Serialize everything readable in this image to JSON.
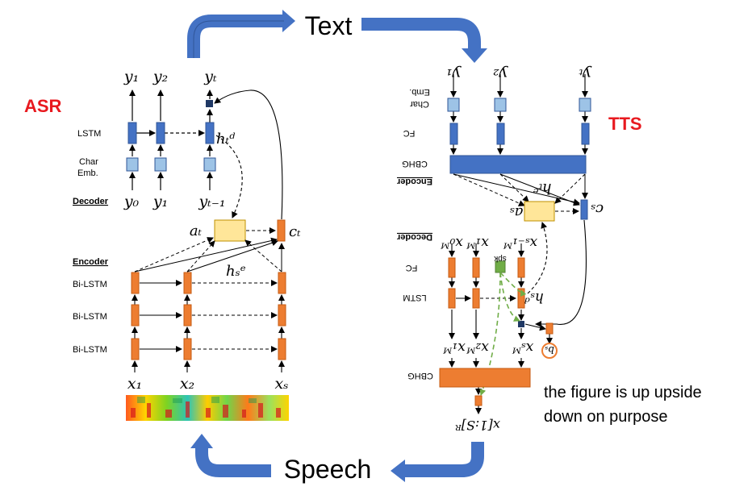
{
  "top_label": "Text",
  "bottom_label": "Speech",
  "asr": {
    "title": "ASR",
    "layer_labels": {
      "lstm": "LSTM",
      "char": "Char",
      "emb": "Emb.",
      "decoder": "Decoder",
      "encoder": "Encoder",
      "bilstm1": "Bi-LSTM",
      "bilstm2": "Bi-LSTM",
      "bilstm3": "Bi-LSTM"
    },
    "outputs": [
      "y₁",
      "y₂",
      "yₜ"
    ],
    "inputs": [
      "y₀",
      "y₁",
      "yₜ₋₁"
    ],
    "state_label": "hₜᵈ",
    "attention_label": "aₜ",
    "context_label": "cₜ",
    "enc_state_label": "hₛᵉ",
    "speech_inputs": [
      "x₁",
      "x₂",
      "xₛ"
    ]
  },
  "tts": {
    "title": "TTS",
    "layer_labels": {
      "emb": "Emb.",
      "char": "Char",
      "fc": "FC",
      "cbhg": "CBHG",
      "encoder": "Encoder",
      "decoder": "Decoder",
      "fc2": "FC",
      "lstm": "LSTM",
      "cbhg2": "CBHG"
    },
    "char_inputs": [
      "y₁",
      "y₂",
      "yₜ"
    ],
    "enc_state_label": "hₜᵉ",
    "attention_label": "aₛ",
    "context_label": "cₛ",
    "mel_inputs": [
      "x₀ᴹ",
      "x₁ᴹ",
      "xₛ₋₁ᴹ"
    ],
    "spk_label": "spk",
    "state_label": "hₛᵈ",
    "mel_outputs": [
      "x₁ᴹ",
      "x₂ᴹ",
      "xₛᴹ"
    ],
    "stop_label": "bₛ",
    "final_output": "x[1:S]ᴿ"
  },
  "note": {
    "line1": "the figure is up upside",
    "line2": "down on purpose"
  },
  "colors": {
    "red": "#e8191f",
    "arrow_blue": "#4472c4",
    "lstm_blue": "#4472c4",
    "emb_blue": "#9dc3e6",
    "orange": "#ed7d31",
    "attn_yellow": "#ffe699",
    "green": "#70ad47",
    "dark_navy": "#1f3864"
  }
}
